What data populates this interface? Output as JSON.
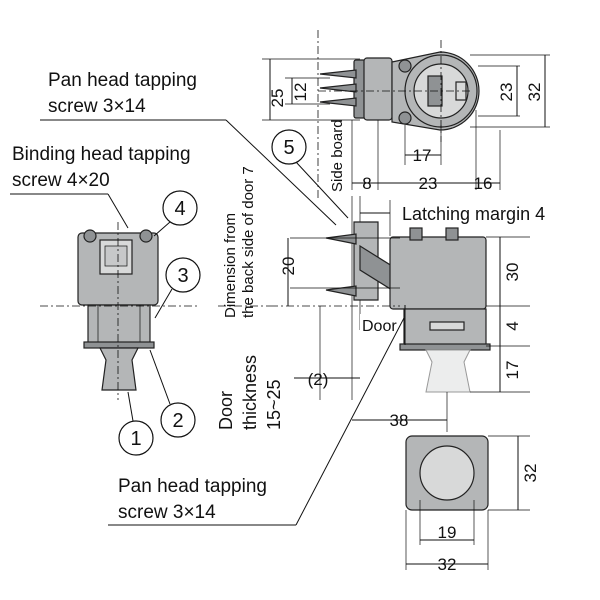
{
  "labels": {
    "pan_head_top_line1": "Pan head tapping",
    "pan_head_top_line2": "screw 3×14",
    "binding_head_line1": "Binding head tapping",
    "binding_head_line2": "screw 4×20",
    "pan_head_bottom_line1": "Pan head tapping",
    "pan_head_bottom_line2": "screw 3×14",
    "latching_margin": "Latching margin 4",
    "side_board": "Side board",
    "dimension_from_line1": "Dimension from",
    "dimension_from_line2": "the back side of door 7",
    "door": "Door",
    "door_thickness_line1": "Door",
    "door_thickness_line2": "thickness",
    "door_thickness_line3": "15~25"
  },
  "callouts": [
    "1",
    "2",
    "3",
    "4",
    "5"
  ],
  "dimensions": {
    "top_25": "25",
    "top_12": "12",
    "top_23": "23",
    "top_32": "32",
    "top_17": "17",
    "top_8": "8",
    "top_23b": "23",
    "top_16": "16",
    "mid_20": "20",
    "mid_30": "30",
    "mid_4": "4",
    "mid_17": "17",
    "mid_2": "(2)",
    "bottom_38": "38",
    "bottom_32v": "32",
    "bottom_19": "19",
    "bottom_32h": "32"
  }
}
